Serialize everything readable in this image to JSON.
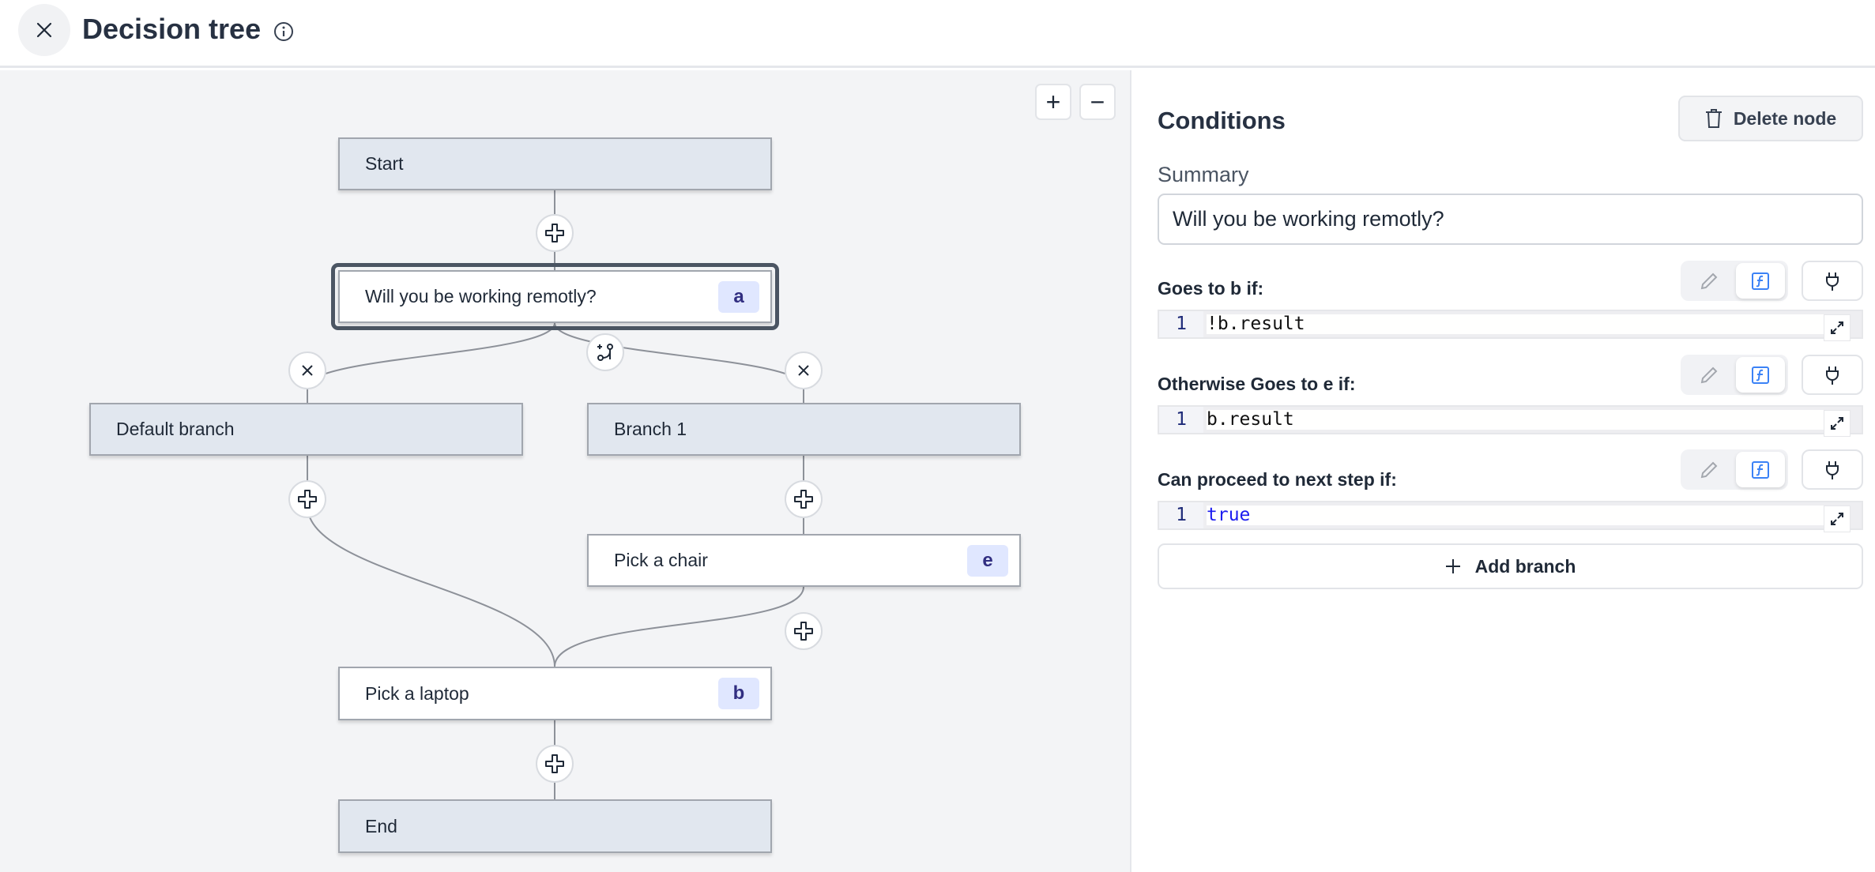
{
  "header": {
    "title": "Decision tree",
    "close_icon": "close-icon",
    "info_icon": "info-icon"
  },
  "canvas": {
    "zoom_in": "+",
    "zoom_out": "−",
    "nodes": {
      "start": {
        "label": "Start"
      },
      "question": {
        "label": "Will you be working remotly?",
        "badge": "a"
      },
      "default_branch": {
        "label": "Default branch"
      },
      "branch1": {
        "label": "Branch 1"
      },
      "chair": {
        "label": "Pick a chair",
        "badge": "e"
      },
      "laptop": {
        "label": "Pick a laptop",
        "badge": "b"
      },
      "end": {
        "label": "End"
      }
    }
  },
  "panel": {
    "title": "Conditions",
    "delete_label": "Delete node",
    "summary_label": "Summary",
    "summary_value": "Will you be working remotly?",
    "conditions": [
      {
        "label": "Goes to b if:",
        "line": "1",
        "code": "!b.result"
      },
      {
        "label": "Otherwise Goes to e if:",
        "line": "1",
        "code": "b.result"
      },
      {
        "label": "Can proceed to next step if:",
        "line": "1",
        "code": "true"
      }
    ],
    "add_branch_label": "Add branch"
  },
  "colors": {
    "node_gray": "#e1e7ef",
    "badge_bg": "#e0e7ff",
    "badge_text": "#312e81",
    "fx_blue": "#3b82f6",
    "keyword_blue": "#1d1df0",
    "selected_outline": "#4b5563"
  }
}
